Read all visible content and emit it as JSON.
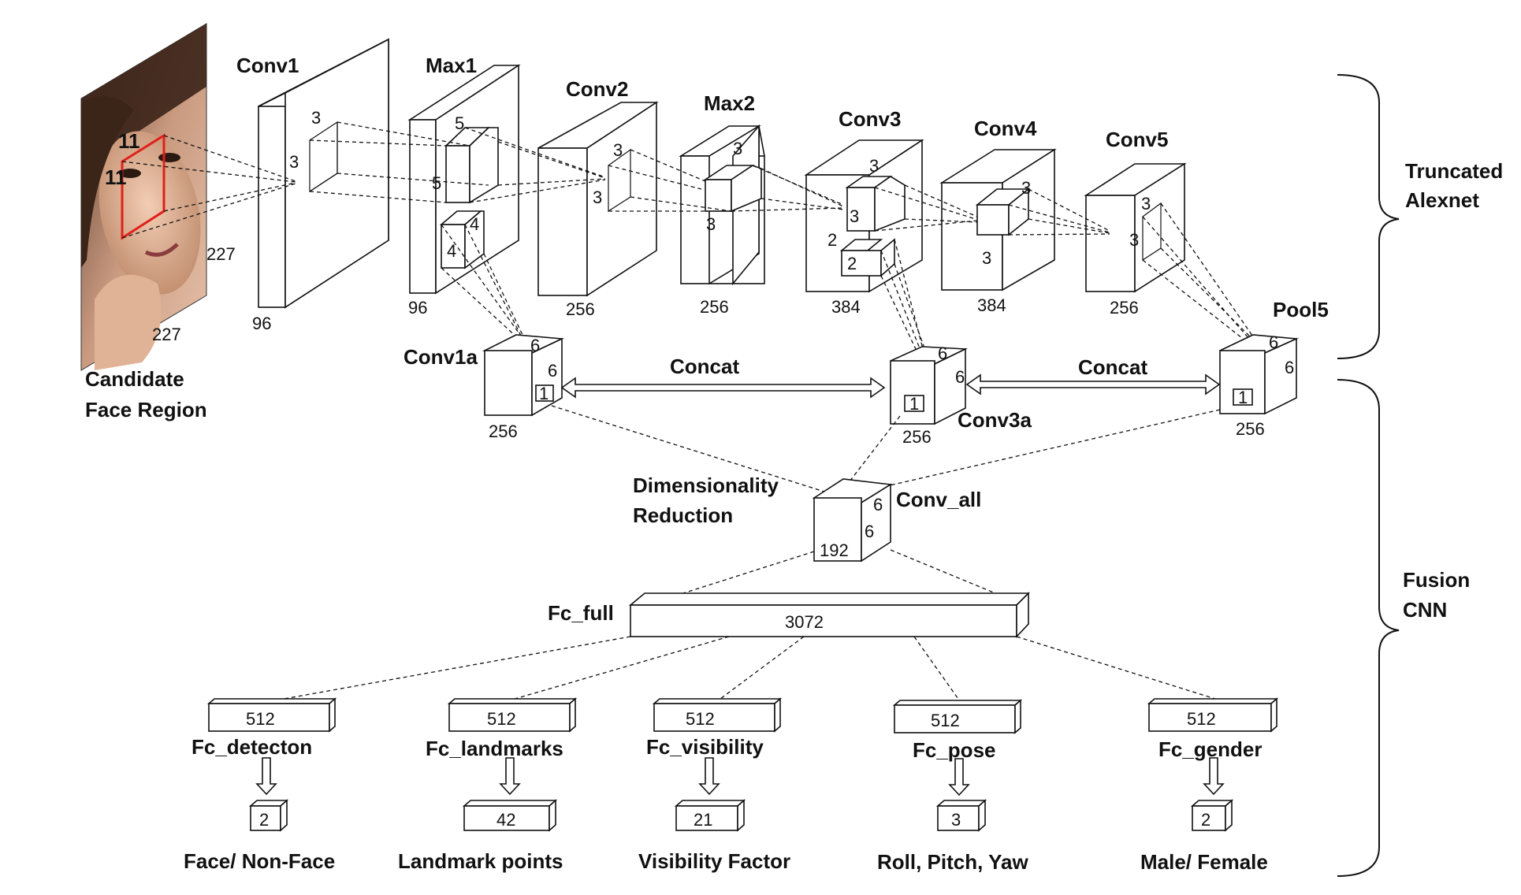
{
  "input": {
    "label_line1": "Candidate",
    "label_line2": "Face Region",
    "kernel_w": "11",
    "kernel_h": "11",
    "dim_side": "227",
    "dim_bottom": "227"
  },
  "layers": {
    "conv1": {
      "label": "Conv1",
      "depth": "96",
      "k1": "3",
      "k2": "3"
    },
    "max1": {
      "label": "Max1",
      "depth": "96",
      "k1": "5",
      "k2": "5",
      "k3": "4",
      "k4": "4"
    },
    "conv2": {
      "label": "Conv2",
      "depth": "256",
      "k1": "3",
      "k2": "3"
    },
    "max2": {
      "label": "Max2",
      "depth": "256",
      "k1": "3",
      "k2": "3"
    },
    "conv3": {
      "label": "Conv3",
      "depth": "384",
      "k1": "3",
      "k2": "3",
      "k3": "2",
      "k4": "2"
    },
    "conv4": {
      "label": "Conv4",
      "depth": "384",
      "k1": "3",
      "k2": "3"
    },
    "conv5": {
      "label": "Conv5",
      "depth": "256",
      "k1": "3",
      "k2": "3"
    }
  },
  "fusion": {
    "conv1a": {
      "label": "Conv1a",
      "a": "6",
      "b": "6",
      "c": "1",
      "depth": "256"
    },
    "conv3a": {
      "label": "Conv3a",
      "a": "6",
      "b": "6",
      "c": "1",
      "depth": "256"
    },
    "pool5": {
      "label": "Pool5",
      "a": "6",
      "b": "6",
      "c": "1",
      "depth": "256"
    },
    "concat1": "Concat",
    "concat2": "Concat",
    "dimred_line1": "Dimensionality",
    "dimred_line2": "Reduction",
    "conv_all": {
      "label": "Conv_all",
      "a": "6",
      "b": "6",
      "depth": "192"
    },
    "fc_full": {
      "label": "Fc_full",
      "size": "3072"
    }
  },
  "heads": [
    {
      "name": "Fc_detecton",
      "size": "512",
      "out": "2",
      "task": "Face/ Non-Face"
    },
    {
      "name": "Fc_landmarks",
      "size": "512",
      "out": "42",
      "task": "Landmark points"
    },
    {
      "name": "Fc_visibility",
      "size": "512",
      "out": "21",
      "task": "Visibility Factor"
    },
    {
      "name": "Fc_pose",
      "size": "512",
      "out": "3",
      "task": "Roll, Pitch, Yaw"
    },
    {
      "name": "Fc_gender",
      "size": "512",
      "out": "2",
      "task": "Male/ Female"
    }
  ],
  "braces": {
    "top_line1": "Truncated",
    "top_line2": "Alexnet",
    "bottom_line1": "Fusion",
    "bottom_line2": "CNN"
  },
  "colors": {
    "kernel_outline": "#e0201b",
    "stroke": "#111111"
  }
}
